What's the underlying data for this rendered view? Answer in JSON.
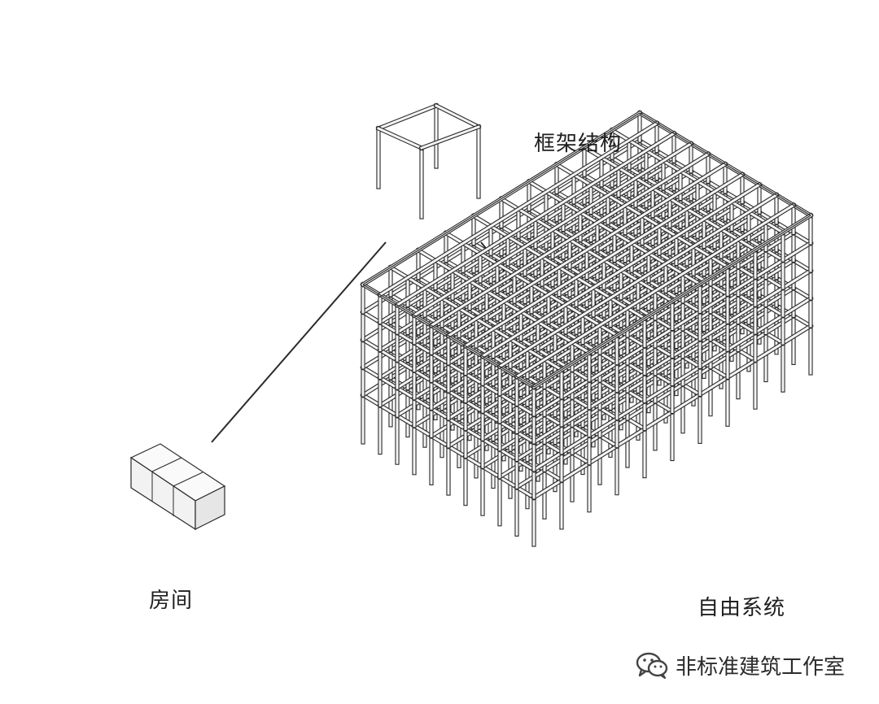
{
  "labels": {
    "frame_structure": "框架结构",
    "room": "房间",
    "free_system": "自由系统"
  },
  "watermark": {
    "text": "非标准建筑工作室",
    "icon": "wechat-icon"
  },
  "colors": {
    "line": "#2a2a2a",
    "frame_fill": "#f4f4f4",
    "text": "#1f1f1f"
  }
}
